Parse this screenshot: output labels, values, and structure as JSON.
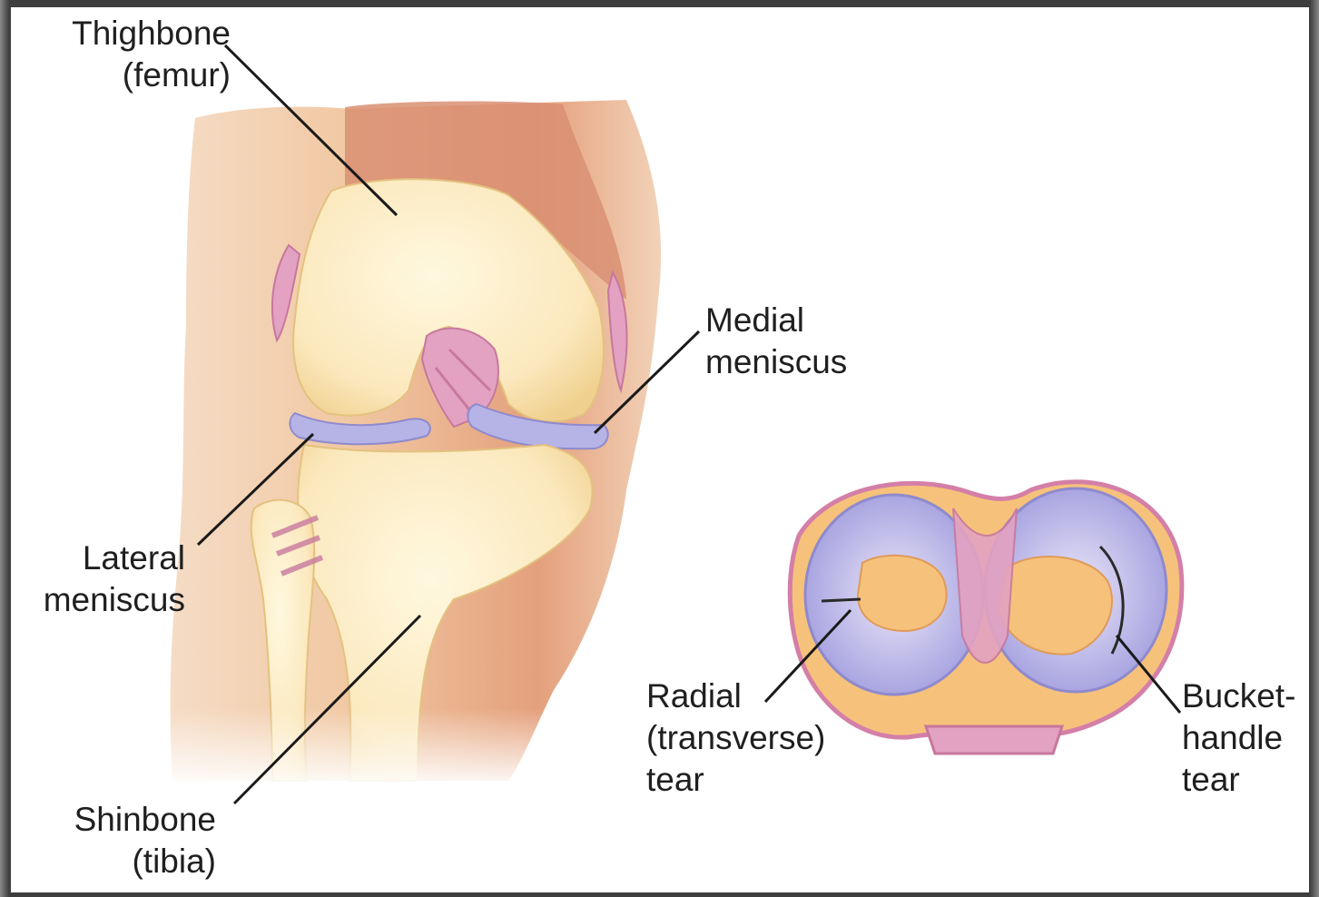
{
  "labels": {
    "thighbone": [
      "Thighbone",
      "(femur)"
    ],
    "medial_meniscus": [
      "Medial",
      "meniscus"
    ],
    "lateral_meniscus": [
      "Lateral",
      "meniscus"
    ],
    "shinbone": [
      "Shinbone",
      "(tibia)"
    ],
    "radial_tear": [
      "Radial",
      "(transverse)",
      "tear"
    ],
    "bucket_handle_tear": [
      "Bucket-",
      "handle",
      "tear"
    ]
  },
  "colors": {
    "skin": "#f1c9a4",
    "skin_shadow": "#e3a783",
    "bone": "#fbe8bd",
    "bone_shade": "#f2d79a",
    "muscle": "#d98f73",
    "meniscus": "#b6b3e6",
    "ligament": "#e3a2c1",
    "plateau": "#f6c27b",
    "leader_line": "#1a1a1a"
  }
}
